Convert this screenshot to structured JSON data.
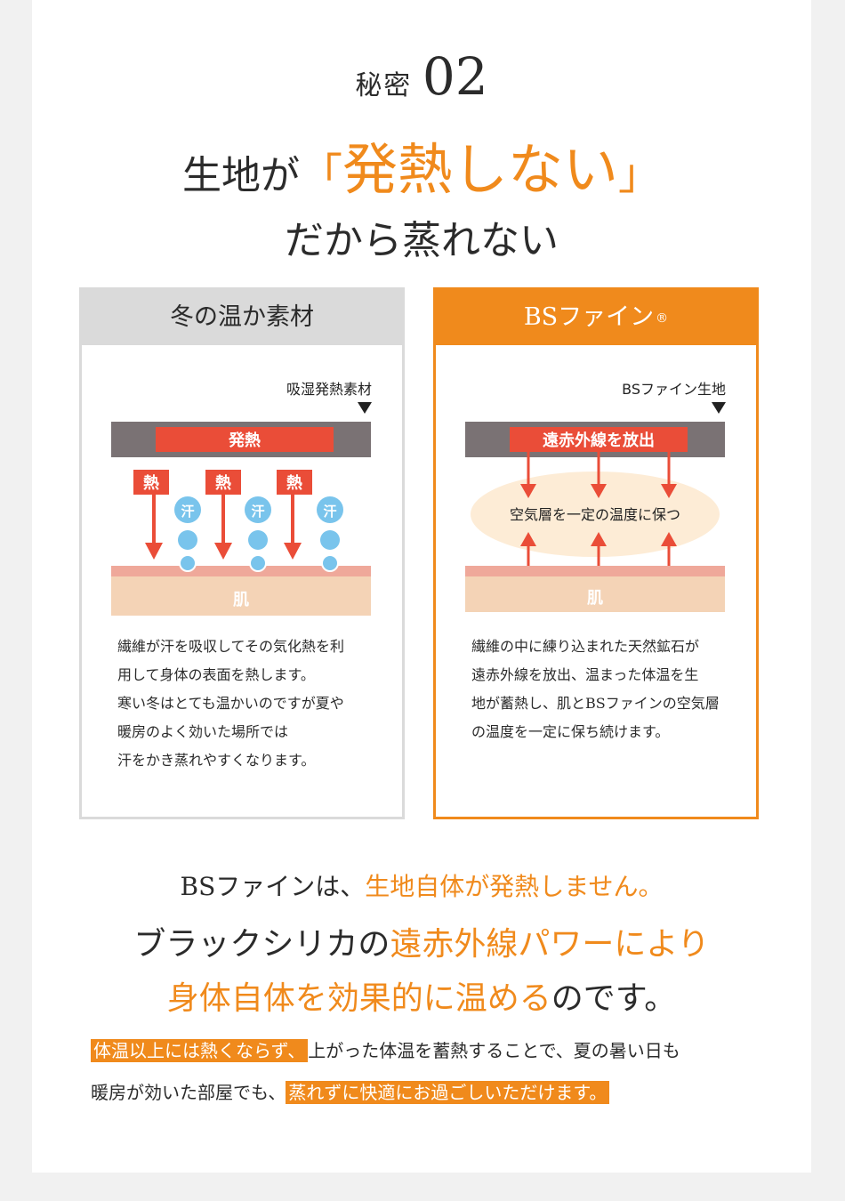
{
  "header": {
    "secret_label": "秘密",
    "secret_number": "02",
    "headline_pre": "生地が",
    "bracket_open": "「",
    "headline_highlight": "発熱しない",
    "bracket_close": "」",
    "subheadline": "だから蒸れない"
  },
  "left_panel": {
    "title": "冬の温か素材",
    "material_label": "吸湿発熱素材",
    "heat_banner": "発熱",
    "heat_label": "熱",
    "sweat_label": "汗",
    "skin_label": "肌",
    "description": [
      "繊維が汗を吸収してその気化熱を利",
      "用して身体の表面を熱します。",
      "寒い冬はとても温かいのですが夏や",
      "暖房のよく効いた場所では",
      "汗をかき蒸れやすくなります。"
    ]
  },
  "right_panel": {
    "title": "BSファイン",
    "title_mark": "®",
    "material_label": "BSファイン生地",
    "infrared_banner": "遠赤外線を放出",
    "air_layer_label": "空気層を一定の温度に保つ",
    "skin_label": "肌",
    "description": [
      "繊維の中に練り込まれた天然鉱石が",
      "遠赤外線を放出、温まった体温を生",
      "地が蓄熱し、肌とBSファインの空気層",
      "の温度を一定に保ち続けます。"
    ]
  },
  "summary": {
    "line1_a": "BSファインは、",
    "line1_b": "生地自体が発熱しません。",
    "line2_a": "ブラックシリカの",
    "line2_b": "遠赤外線パワーにより",
    "line3_a": "身体自体を効果的に温める",
    "line3_b": "のです。"
  },
  "note": {
    "line1_mark": "体温以上には熱くならず、",
    "line1_rest": "上がった体温を蓄熱することで、夏の暑い日も",
    "line2_start": "暖房が効いた部屋でも、",
    "line2_mark": "蒸れずに快適にお過ごしいただけます。"
  },
  "colors": {
    "accent": "#f08a1c",
    "heat_red": "#ea4d38",
    "sweat_blue": "#79c4ec",
    "fabric_gray": "#7a7274",
    "skin": "#f4d3b6",
    "air_layer": "#fdecd6"
  }
}
